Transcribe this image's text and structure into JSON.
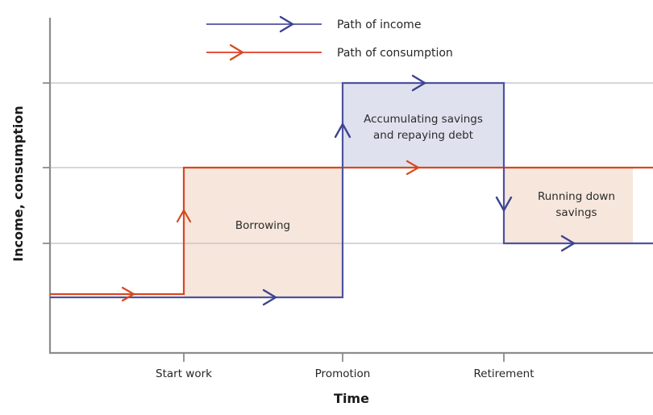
{
  "chart_data": {
    "type": "line",
    "title": "",
    "xlabel": "Time",
    "ylabel": "Income, consumption",
    "grid": true,
    "legend_position": "top-center",
    "x_tick_labels": [
      "Start work",
      "Promotion",
      "Retirement"
    ],
    "x_tick_values": [
      1,
      2,
      3
    ],
    "y_gridline_values": [
      3,
      2,
      1
    ],
    "xlim": [
      0,
      4.2
    ],
    "ylim": [
      0,
      3.6
    ],
    "annotations": [
      "Borrowing",
      "Accumulating savings and repaying debt",
      "Running down savings"
    ],
    "series": [
      {
        "name": "Path of income",
        "color": "#4d52a0",
        "type": "step",
        "points": [
          {
            "x": 0.0,
            "y": 0.55
          },
          {
            "x": 2.0,
            "y": 0.55
          },
          {
            "x": 2.0,
            "y": 3.0
          },
          {
            "x": 3.0,
            "y": 3.0
          },
          {
            "x": 3.0,
            "y": 1.0
          },
          {
            "x": 4.2,
            "y": 1.0
          }
        ]
      },
      {
        "name": "Path of consumption",
        "color": "#d8481f",
        "type": "step",
        "points": [
          {
            "x": 0.0,
            "y": 0.6
          },
          {
            "x": 1.0,
            "y": 0.6
          },
          {
            "x": 1.0,
            "y": 2.0
          },
          {
            "x": 4.2,
            "y": 2.0
          }
        ]
      }
    ],
    "regions": [
      {
        "name": "Borrowing",
        "x_from": 1.0,
        "x_to": 2.0,
        "y_from": 0.55,
        "y_to": 2.0,
        "fill": "#f6e6dc"
      },
      {
        "name": "Accumulating savings and repaying debt",
        "x_from": 2.0,
        "x_to": 3.0,
        "y_from": 2.0,
        "y_to": 3.0,
        "fill": "#dfe1ef"
      },
      {
        "name": "Running down savings",
        "x_from": 3.0,
        "x_to": 4.2,
        "y_from": 1.0,
        "y_to": 2.0,
        "fill": "#f6e6dc"
      }
    ]
  },
  "legend": {
    "items": [
      {
        "label": "Path of income",
        "color": "#4d52a0"
      },
      {
        "label": "Path of consumption",
        "color": "#e03c1f"
      }
    ]
  },
  "axes": {
    "x_title": "Time",
    "y_title": "Income, consumption",
    "x_ticks": [
      "Start work",
      "Promotion",
      "Retirement"
    ]
  },
  "region_labels": {
    "borrowing": "Borrowing",
    "accumulating_line1": "Accumulating savings",
    "accumulating_line2": "and repaying debt",
    "rundown_line1": "Running down",
    "rundown_line2": "savings"
  },
  "colors": {
    "income": "#4d52a0",
    "consumption": "#d8481f",
    "fill_savings": "#dfe1ef",
    "fill_borrow": "#f6e6dc",
    "grid": "#bfbfbf",
    "axis": "#8c8c8c"
  }
}
